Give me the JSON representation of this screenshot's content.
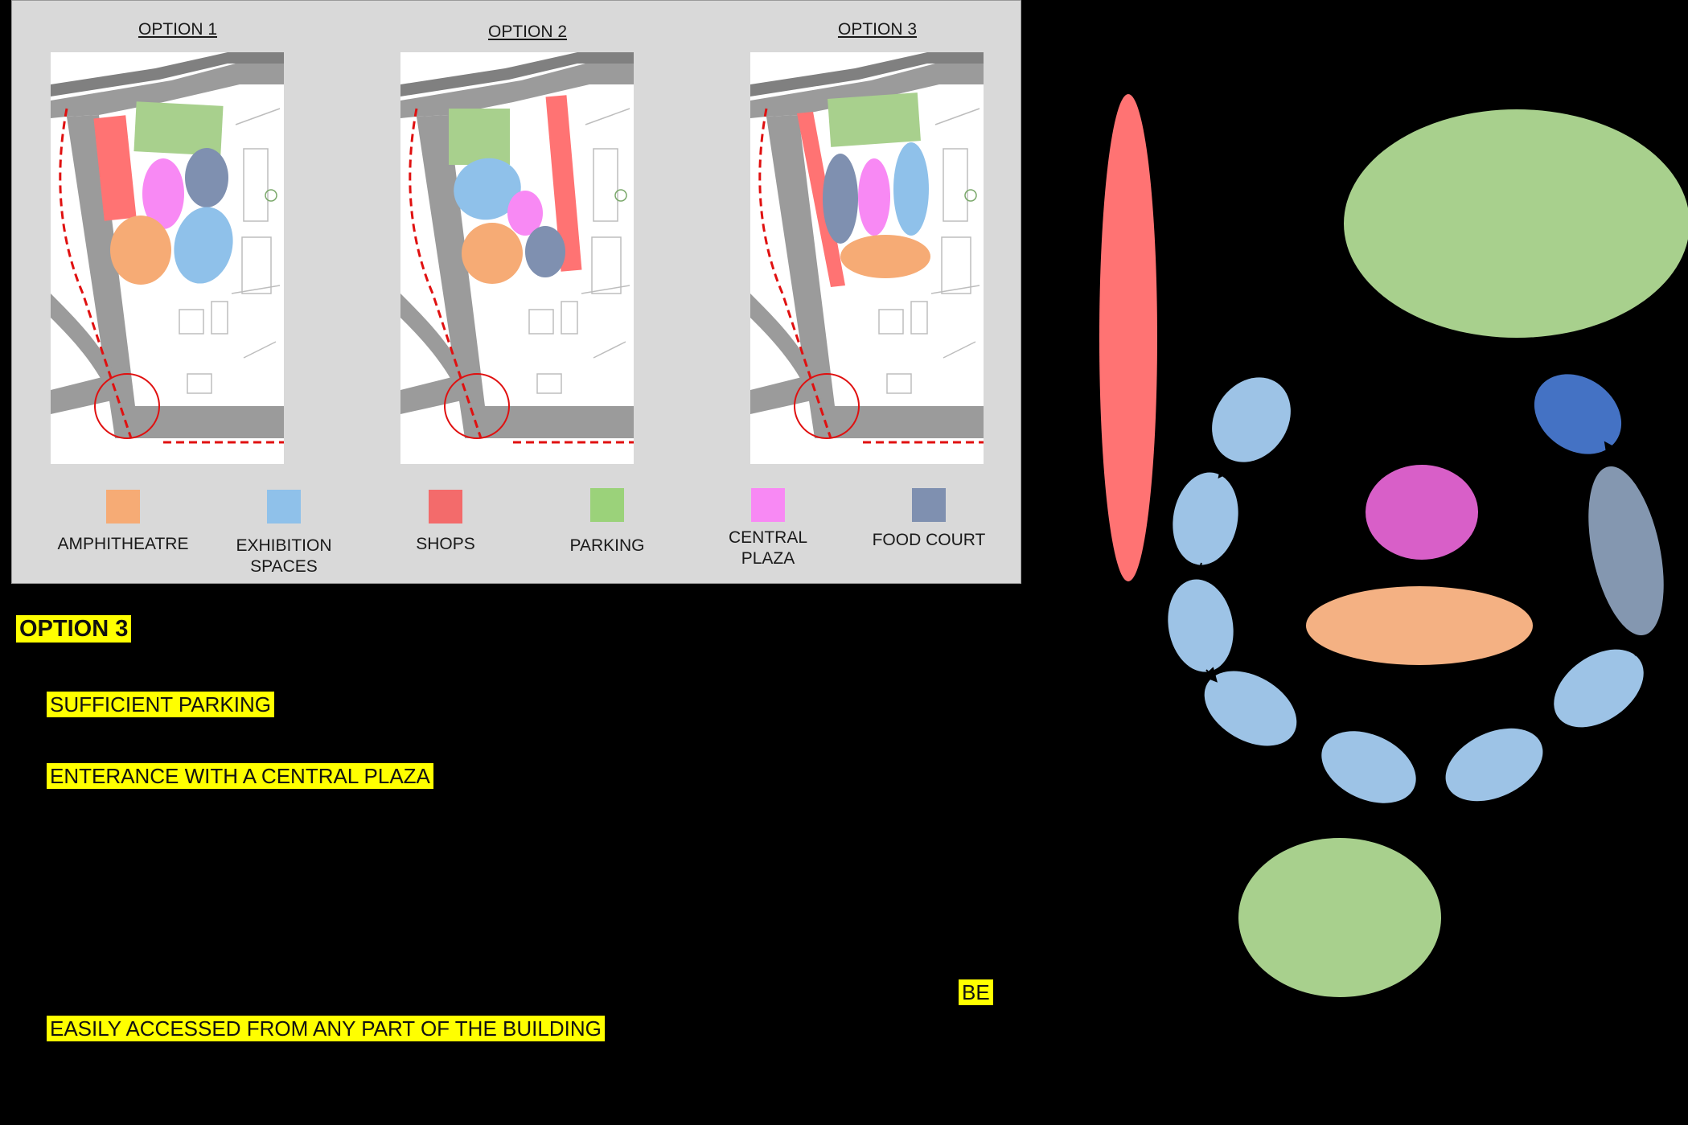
{
  "options": [
    {
      "title": "OPTION 1"
    },
    {
      "title": "OPTION 2"
    },
    {
      "title": "OPTION 3"
    }
  ],
  "legend": [
    {
      "label": "AMPHITHEATRE",
      "color": "#f6ab75"
    },
    {
      "label": "EXHIBITION SPACES",
      "color": "#8fc1ea"
    },
    {
      "label": "SHOPS",
      "color": "#f36b6b"
    },
    {
      "label": "PARKING",
      "color": "#9bd27a"
    },
    {
      "label": "CENTRAL PLAZA",
      "color": "#f889f4"
    },
    {
      "label": "FOOD COURT",
      "color": "#7f90b0"
    }
  ],
  "notes": {
    "heading": "OPTION 3",
    "line1": "SUFFICIENT PARKING",
    "line2": "ENTERANCE WITH A CENTRAL PLAZA",
    "line3": "BE",
    "line4": "EASILY ACCESSED FROM ANY PART OF THE BUILDING"
  },
  "colors": {
    "shops": "#ff7373",
    "parking": "#a8d08d",
    "exhibition": "#9dc3e6",
    "food_court_dark": "#4472c4",
    "food_court": "#8497b0",
    "central_plaza": "#d85fc8",
    "amphitheatre": "#f4b183"
  }
}
